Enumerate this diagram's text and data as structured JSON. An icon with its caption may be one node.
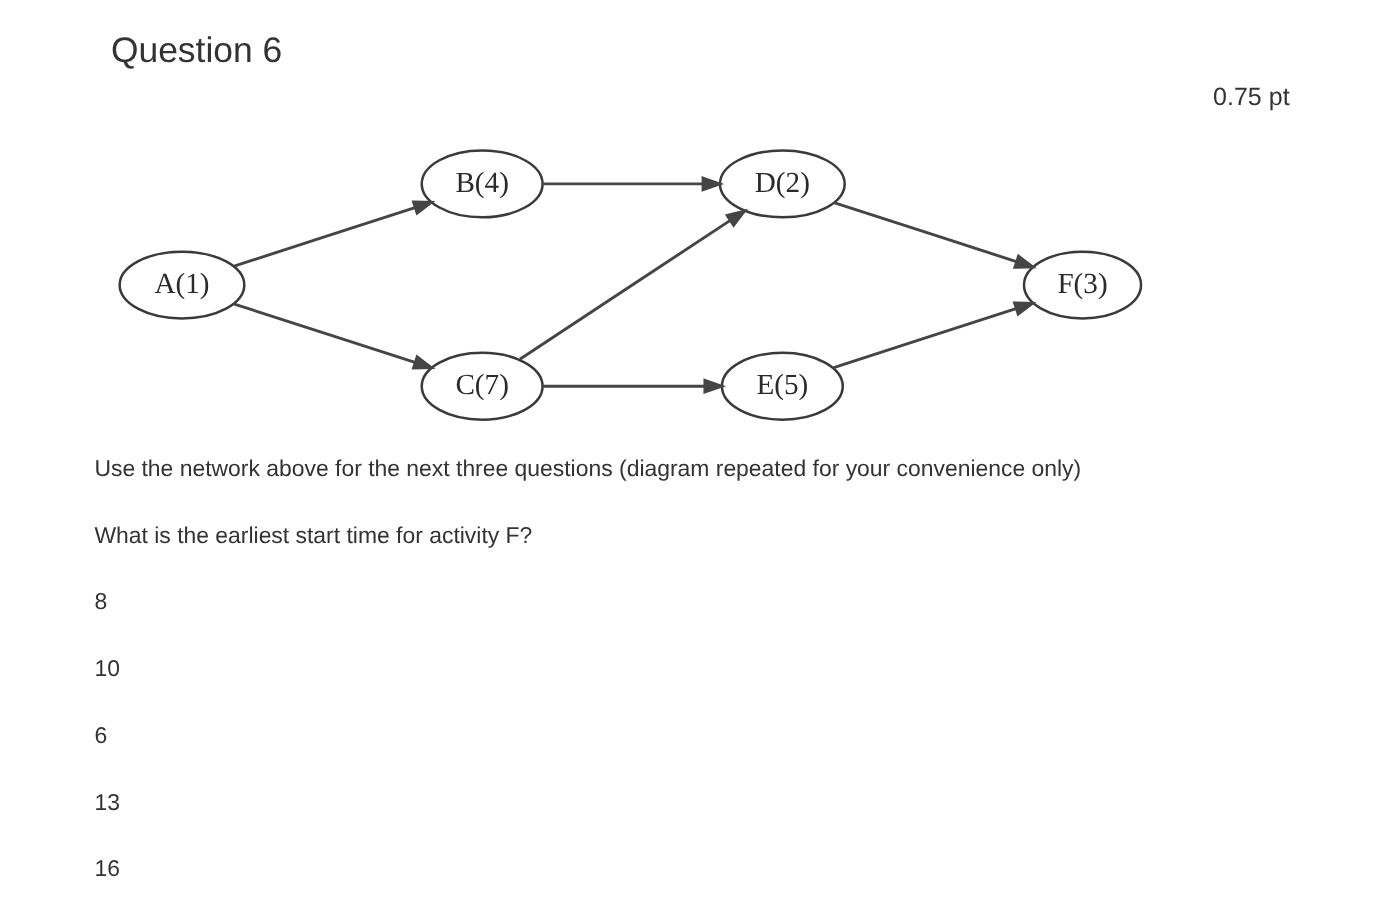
{
  "diagram": {
    "title": "Question 6",
    "nodes": [
      {
        "text": [
          "A(1)"
        ]
      },
      {
        "text": [
          "B(4)"
        ]
      },
      {
        "text": [
          "C(7)"
        ]
      },
      {
        "text": [
          "D(2)"
        ]
      },
      {
        "text": [
          "E(5)"
        ]
      },
      {
        "text": [
          "F(3)"
        ]
      }
    ],
    "edges": [
      {
        "from": 0,
        "to": 1,
        "arrow": "to"
      },
      {
        "from": 0,
        "to": 2,
        "arrow": "to"
      },
      {
        "from": 1,
        "to": 3,
        "arrow": "to"
      },
      {
        "from": 2,
        "to": 3,
        "arrow": "to"
      },
      {
        "from": 2,
        "to": 4,
        "arrow": "to"
      },
      {
        "from": 3,
        "to": 5,
        "arrow": "to"
      },
      {
        "from": 4,
        "to": 5,
        "arrow": "to"
      }
    ],
    "labels": [
      "0.75 pt",
      "Use the network above for the next three questions (diagram repeated for your convenience only)",
      "What is the earliest start time for activity F?",
      "8",
      "10",
      "6",
      "13",
      "16"
    ]
  }
}
